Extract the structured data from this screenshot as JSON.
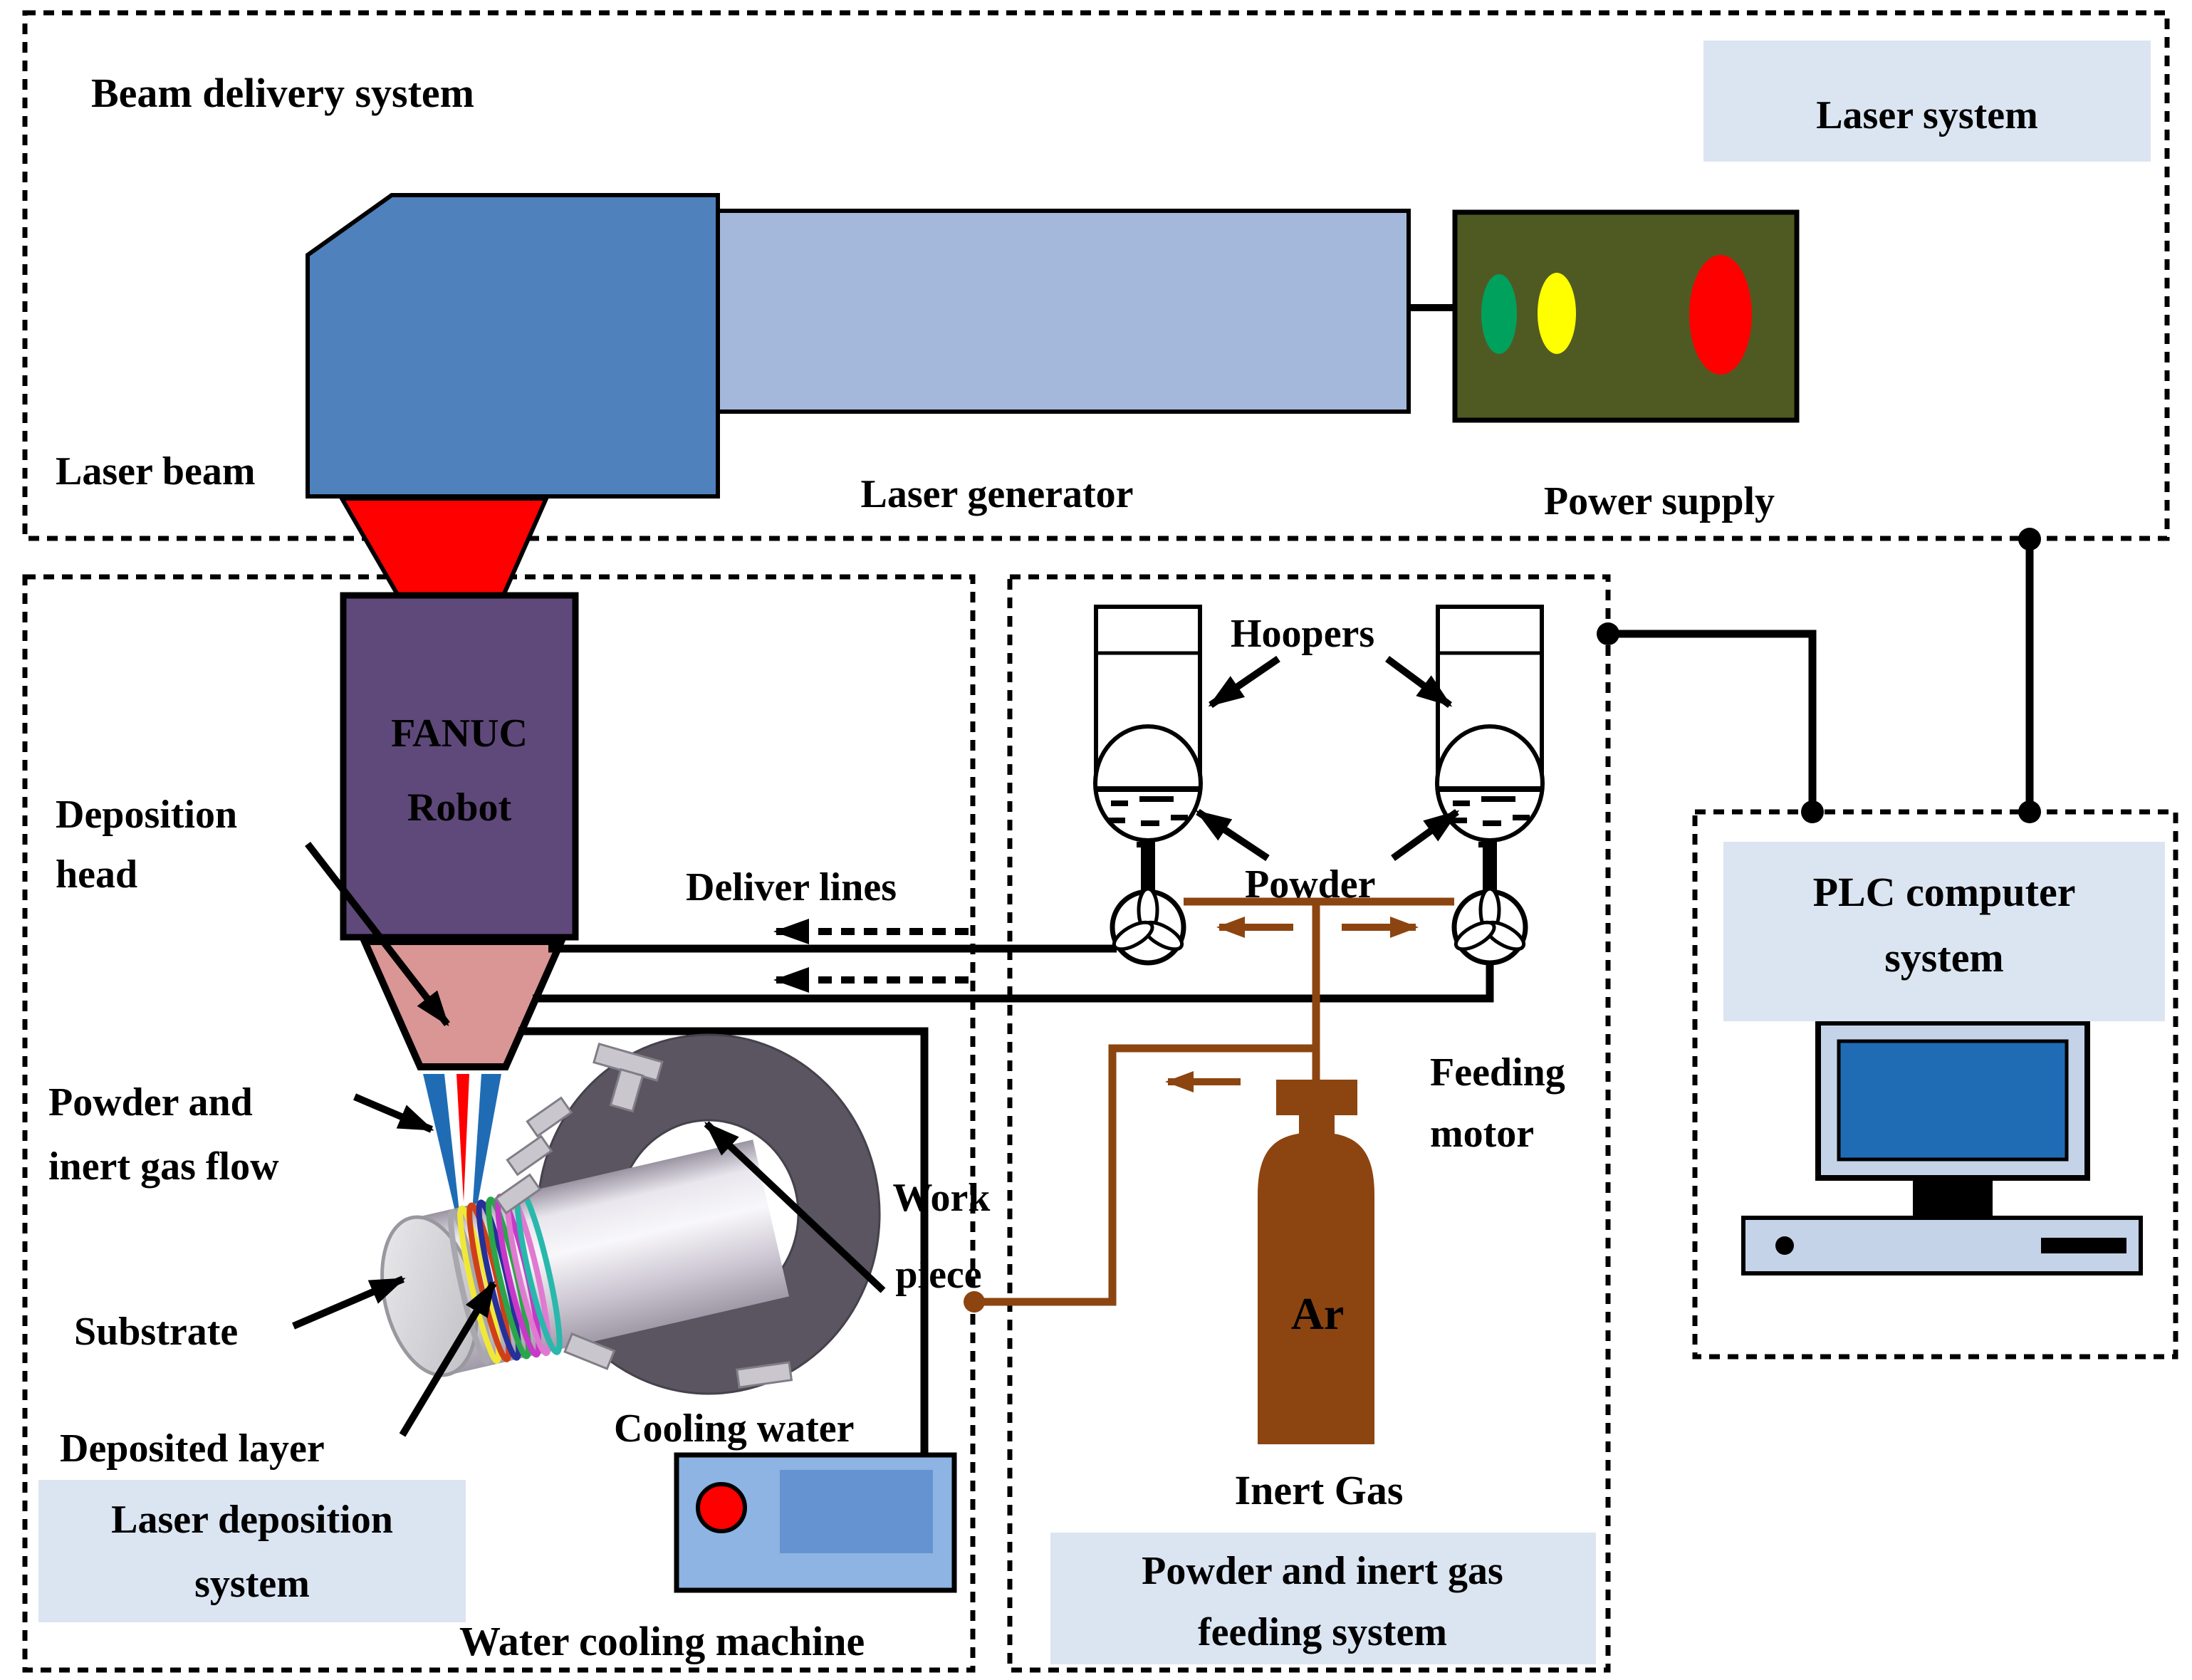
{
  "systems": {
    "beam_delivery": "Beam delivery system",
    "laser_system": "Laser system",
    "laser_deposition": [
      "Laser deposition",
      "system"
    ],
    "powder_feeding": [
      "Powder and inert gas",
      "feeding system"
    ],
    "plc": [
      "PLC computer",
      "system"
    ]
  },
  "labels": {
    "laser_beam": "Laser beam",
    "laser_generator": "Laser generator",
    "power_supply": "Power supply",
    "fanuc_robot": [
      "FANUC",
      "Robot"
    ],
    "deposition_head": [
      "Deposition",
      "head"
    ],
    "deliver_lines": "Deliver lines",
    "hoopers": "Hoopers",
    "powder": "Powder",
    "powder_inert_gas_flow": [
      "Powder and",
      "inert gas flow"
    ],
    "substrate": "Substrate",
    "deposited_layer": "Deposited layer",
    "work_piece": [
      "Work",
      "piece"
    ],
    "cooling_water": "Cooling water",
    "water_cooling_machine": "Water cooling machine",
    "feeding_motor": [
      "Feeding",
      "motor"
    ],
    "argon": "Ar",
    "inert_gas": "Inert Gas"
  },
  "icons": {
    "hopper-icon": "powder hopper: tank with mixing ball and powder level dashes",
    "feeder-fan-icon": "three-blade rotary powder feeder wheel",
    "gas-cylinder-icon": "argon inert-gas bottle",
    "desktop-computer-icon": "PLC desktop computer with monitor and base unit",
    "water-cooling-machine-icon": "chiller box with red indicator lamp",
    "workpiece-icon": "lathe chuck holding clad cylinder",
    "indicator-lights-icon": "green / yellow / red power-supply lamps"
  },
  "colors": {
    "beam_optics_blue": "#4f81bd",
    "laser_generator_blue": "#a3b8da",
    "power_supply_olive": "#4f5a23",
    "indicator_green": "#00a15c",
    "indicator_yellow": "#ffff00",
    "indicator_red": "#fe0000",
    "laser_red": "#fe0000",
    "robot_purple": "#5f497a",
    "head_pink": "#d99694",
    "label_bg_blue": "#dbe5f1",
    "pipe_brown": "#8c4510",
    "cooling_body_blue": "#8db4e2",
    "cooling_inner_blue": "#6593d2",
    "screen_blue": "#1f6cb5",
    "computer_body_blue": "#c5d3e8",
    "chuck_gray": "#5a5560"
  }
}
